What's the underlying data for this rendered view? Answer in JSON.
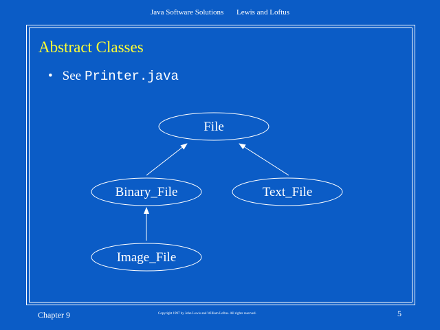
{
  "header": {
    "book_title": "Java Software Solutions",
    "authors": "Lewis and Loftus"
  },
  "slide": {
    "title": "Abstract Classes",
    "bullet": {
      "prefix": "See",
      "code": "Printer.java"
    }
  },
  "diagram": {
    "nodes": {
      "file": "File",
      "binary_file": "Binary_File",
      "text_file": "Text_File",
      "image_file": "Image_File"
    }
  },
  "footer": {
    "chapter": "Chapter 9",
    "copyright": "Copyright 1997 by John Lewis and William Loftus.  All rights reserved.",
    "page_number": "5"
  },
  "colors": {
    "background": "#0b5cc6",
    "title": "#ffff33",
    "text": "#ffffff"
  }
}
